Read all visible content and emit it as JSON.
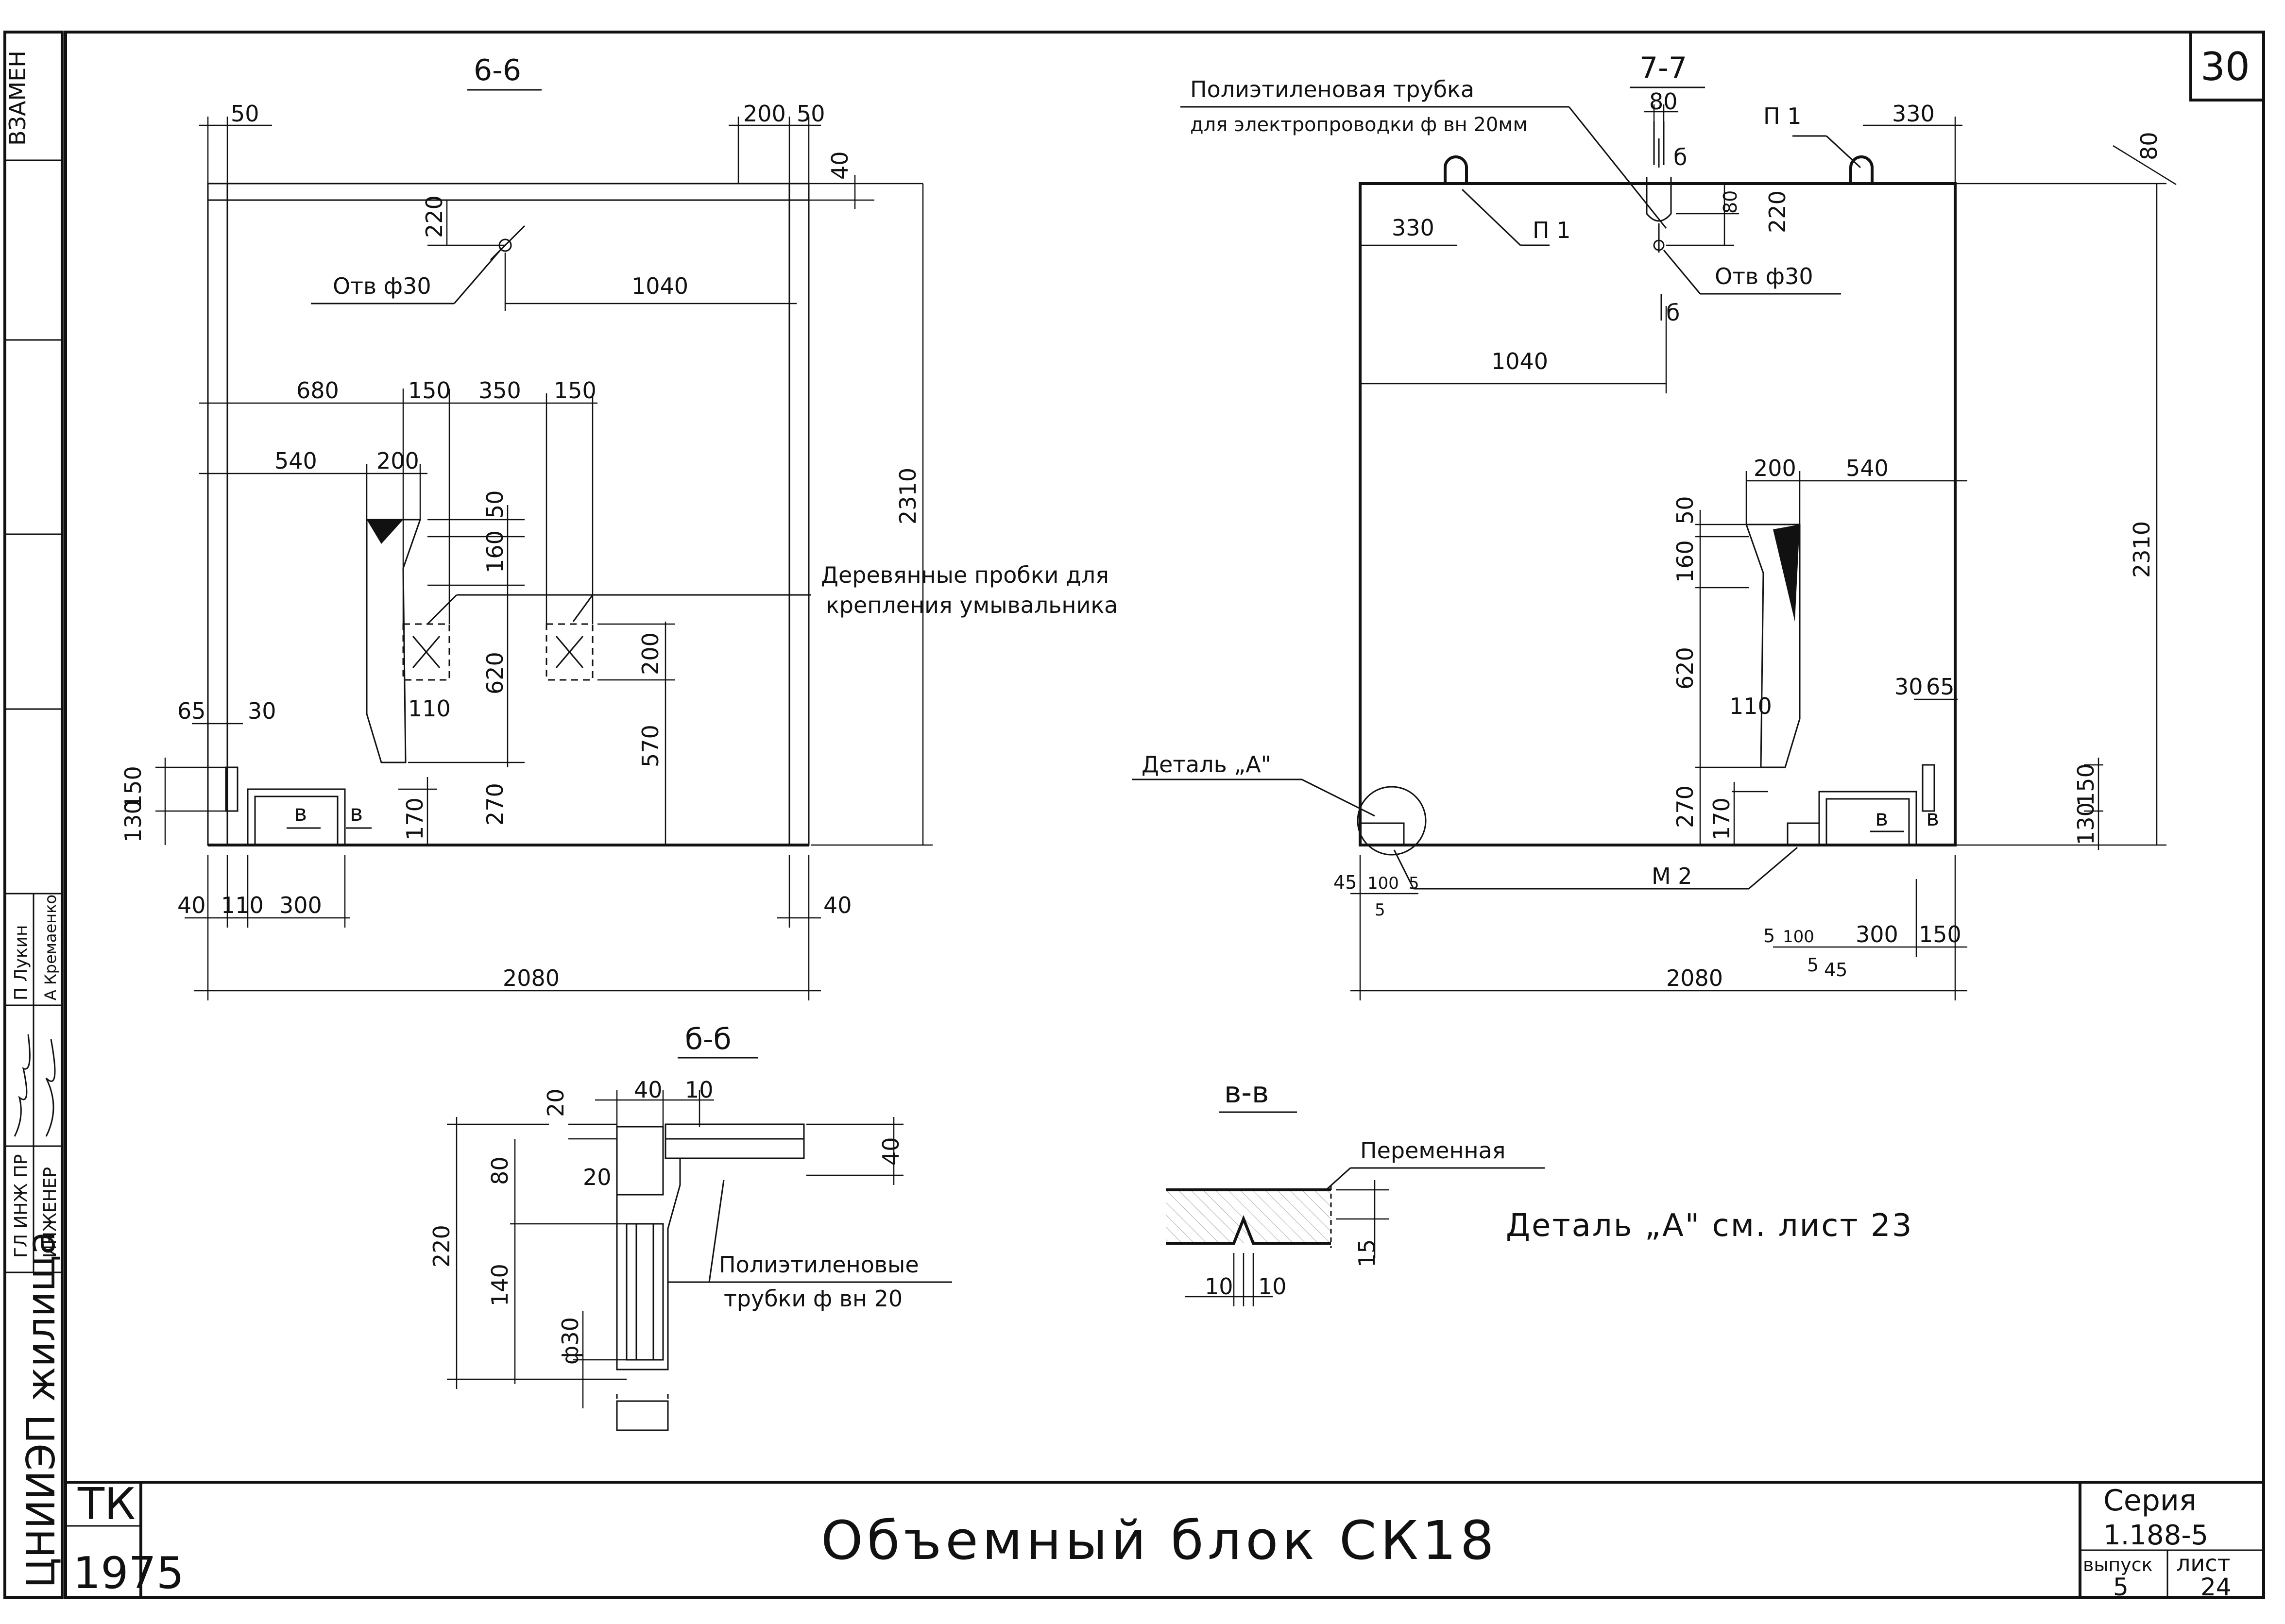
{
  "sheet_number": "30",
  "title": "Объемный блок СК18",
  "stamp": {
    "org": "ТК",
    "year": "1975",
    "series_label": "Серия",
    "series_value": "1.188-5",
    "issue_label": "выпуск",
    "issue_value": "5",
    "sheet_label": "лист",
    "sheet_value": "24"
  },
  "left_strip": {
    "vzamen": "ВЗАМЕН",
    "institute": "ЦНИИЭП жилища",
    "role1": "ГЛ ИНЖ ПР",
    "role2": "ИНЖЕНЕР",
    "name1": "П Лукин",
    "name2": "А Кремаенко"
  },
  "section_6": {
    "label": "6-6",
    "d_50_left": "50",
    "d_200": "200",
    "d_50_right": "50",
    "d_40_top": "40",
    "d_220": "220",
    "hole": "Отв ф30",
    "d_1040": "1040",
    "d_680": "680",
    "d_150a": "150",
    "d_350": "350",
    "d_150b": "150",
    "d_540": "540",
    "d_200b": "200",
    "d_50b": "50",
    "d_160": "160",
    "d_2310": "2310",
    "plugs_line1": "Деревянные пробки для",
    "plugs_line2": "крепления умывальника",
    "d_620": "620",
    "d_200c": "200",
    "d_110": "110",
    "d_570": "570",
    "d_65": "65",
    "d_30": "30",
    "d_150c": "150",
    "d_130": "130",
    "d_170": "170",
    "d_270": "270",
    "mark_v1": "в",
    "mark_v2": "в",
    "d_40_left": "40",
    "d_110b": "110",
    "d_300": "300",
    "d_40_right": "40",
    "d_2080": "2080"
  },
  "section_7": {
    "label": "7-7",
    "tube_line1": "Полиэтиленовая трубка",
    "tube_line2": "для электропроводки ф вн 20мм",
    "d_80": "80",
    "mark_b_top": "б",
    "p1_right": "П 1",
    "d_330_right": "330",
    "d_80_right": "80",
    "d_80b": "80",
    "d_220": "220",
    "d_330_left": "330",
    "p1_left": "П 1",
    "hole": "Отв ф30",
    "mark_b_bottom": "б",
    "d_1040": "1040",
    "d_2310": "2310",
    "d_200": "200",
    "d_540": "540",
    "d_50": "50",
    "d_160": "160",
    "d_620": "620",
    "d_110": "110",
    "d_30": "30",
    "d_65": "65",
    "detail_a": "Деталь „А\"",
    "d_150": "150",
    "d_130": "130",
    "d_270": "270",
    "d_170": "170",
    "mark_v1": "в",
    "mark_v2": "в",
    "m2": "М 2",
    "d_45_left": "45",
    "d_100_left": "100",
    "d_5_left": "5",
    "d_5_left_b": "5",
    "d_5_right": "5",
    "d_100_right": "100",
    "d_300": "300",
    "d_150_right": "150",
    "d_5_right_b": "5",
    "d_45_right": "45",
    "d_2080": "2080"
  },
  "section_b": {
    "label": "б-б",
    "d_20a": "20",
    "d_40": "40",
    "d_10": "10",
    "d_40_right": "40",
    "d_80": "80",
    "d_20b": "20",
    "d_220": "220",
    "d_140": "140",
    "d_phi30": "ф30",
    "tubes_line1": "Полиэтиленовые",
    "tubes_line2": "трубки ф вн 20"
  },
  "section_v": {
    "label": "в-в",
    "variable": "Переменная",
    "d_15": "15",
    "d_10a": "10",
    "d_10b": "10"
  },
  "note": "Деталь „А\" см. лист 23"
}
